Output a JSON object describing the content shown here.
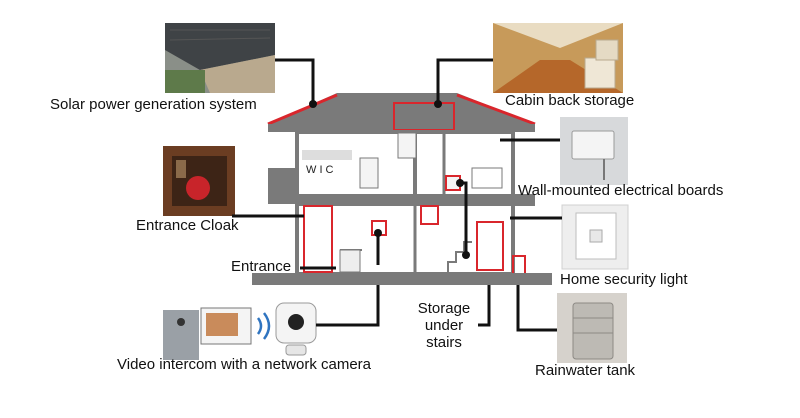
{
  "labels": {
    "solar": "Solar power generation system",
    "cabin": "Cabin back storage",
    "wall_boards": "Wall-mounted electrical boards",
    "entrance_cloak": "Entrance Cloak",
    "entrance": "Entrance",
    "security_light": "Home security light",
    "storage_under_stairs_1": "Storage",
    "storage_under_stairs_2": "under",
    "storage_under_stairs_3": "stairs",
    "video_intercom": "Video intercom with a network camera",
    "rainwater": "Rainwater tank"
  },
  "house": {
    "wic_label": "W I C"
  },
  "colors": {
    "house_gray": "#7a7a7a",
    "highlight_red": "#d9262c",
    "connector_black": "#111111"
  }
}
